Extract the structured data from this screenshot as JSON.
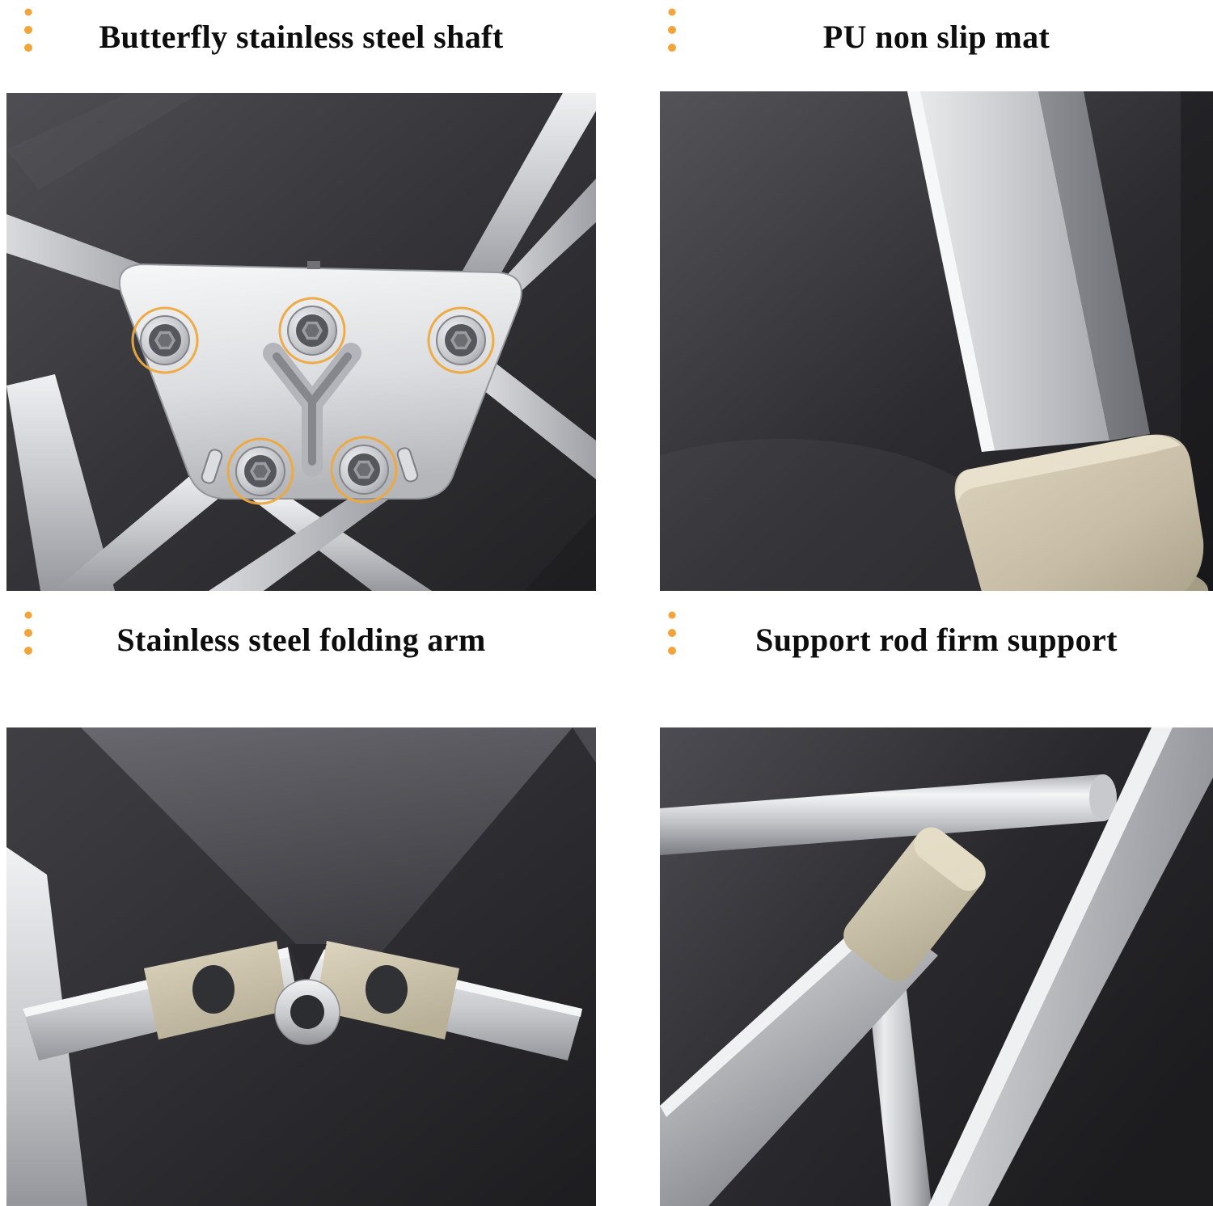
{
  "page": {
    "background": "#ffffff"
  },
  "colors": {
    "accent": "#F2A43B",
    "title_text": "#0d0d0d",
    "panel_background_dark": "#232326",
    "panel_background_light": "#4b4b50",
    "metal_light": "#f2f3f5",
    "metal_mid": "#c3c4c9",
    "metal_dark": "#8e9095",
    "bolt_ring": "#eea93f",
    "pu_pad_beige": "#cfc5ad"
  },
  "panels": [
    {
      "id": "butterfly-shaft",
      "title": "Butterfly stainless steel shaft"
    },
    {
      "id": "pu-mat",
      "title": "PU non slip mat"
    },
    {
      "id": "folding-arm",
      "title": "Stainless steel folding arm"
    },
    {
      "id": "support-rod",
      "title": "Support rod firm support"
    }
  ]
}
